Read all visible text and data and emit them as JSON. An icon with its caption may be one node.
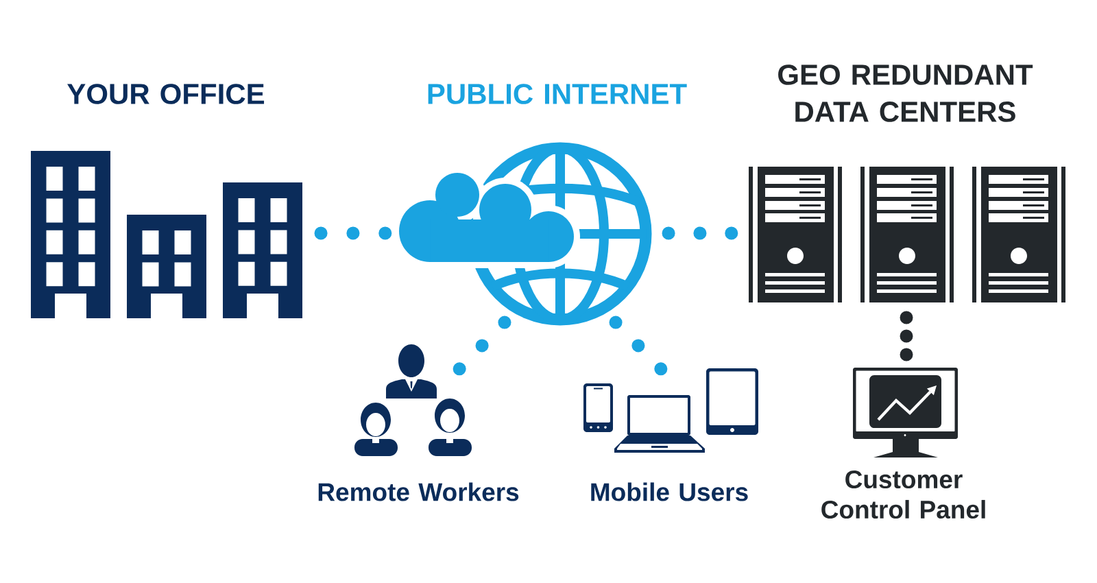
{
  "diagram": {
    "nodes": [
      {
        "text": [
          "YOUR OFFICE"
        ]
      },
      {
        "text": [
          "PUBLIC INTERNET"
        ]
      },
      {
        "text": [
          "GEO REDUNDANT DATA CENTERS"
        ]
      },
      {
        "text": [
          "Remote Workers"
        ]
      },
      {
        "text": [
          "Mobile Users"
        ]
      },
      {
        "text": [
          "Customer Control Panel"
        ]
      }
    ],
    "edges": [
      {
        "from": 0,
        "to": 1,
        "arrow": "none"
      },
      {
        "from": 1,
        "to": 2,
        "arrow": "none"
      },
      {
        "from": 1,
        "to": 3,
        "arrow": "none"
      },
      {
        "from": 1,
        "to": 4,
        "arrow": "none"
      },
      {
        "from": 2,
        "to": 5,
        "arrow": "none",
        "color": "#23282c"
      }
    ]
  }
}
